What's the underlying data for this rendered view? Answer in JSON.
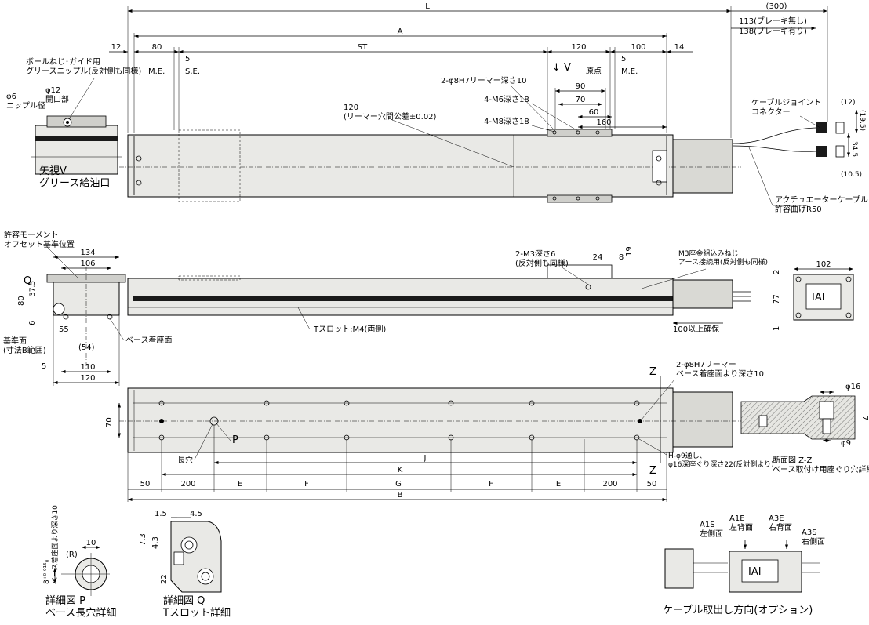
{
  "top": {
    "L": "L",
    "A": "A",
    "ST": "ST",
    "d12": "12",
    "d80": "80",
    "d120": "120",
    "d100": "100",
    "d14": "14",
    "d5a": "5",
    "d5b": "5",
    "me": "M.E.",
    "se": "S.E.",
    "me2": "M.E.",
    "genten": "原点",
    "v": "↓ V",
    "grease": "ボールねじ･ガイド用\nグリースニップル(反対側も同様)",
    "phi12": "φ12\n開口部",
    "phi6": "φ6\nニップル径",
    "view": "矢視V\nグリース給油口",
    "reamer": "2-φ8H7リーマー深さ10",
    "m6": "4-M6深さ18",
    "m8": "4-M8深さ18",
    "d90": "90",
    "d70": "70",
    "d60": "60",
    "d160": "160",
    "tol": "120\n(リーマー穴間公差±0.02)",
    "d300": "(300)",
    "brake1": "113(ブレーキ無し)",
    "brake2": "138(ブレーキ有り)",
    "joint": "ケーブルジョイント\nコネクター",
    "cable": "アクチュエーターケーブル\n許容曲げR50",
    "d12b": "(12)",
    "d195": "(19.5)",
    "d345": "34.5",
    "d105": "(10.5)"
  },
  "side": {
    "moment": "許容モーメント\nオフセット基準位置",
    "d134": "134",
    "d106": "106",
    "q": "Q",
    "d80": "80",
    "d375": "37.5",
    "d6": "6",
    "d55": "55",
    "d54": "(54)",
    "d5": "5",
    "d110": "110",
    "d120": "120",
    "ref": "基準面\n(寸法B範囲)",
    "base": "ベース着座面",
    "m3": "2-M3深さ6\n(反対側も同様)",
    "d24": "24",
    "d8": "8",
    "d19": "19",
    "earth": "M3座金組込みねじ\nアース接続用(反対側も同様)",
    "tslot": "Tスロット:M4(両側)",
    "secure": "100以上確保",
    "d102": "102",
    "d2": "2",
    "d77": "77",
    "d1": "1"
  },
  "bottom": {
    "z1": "Z",
    "z2": "Z",
    "reamer": "2-φ8H7リーマー\nベース着座面より深さ10",
    "d70": "70",
    "p": "P",
    "slot": "長穴",
    "hole": "H-φ9通し、\nφ16深座ぐり深さ22(反対側より)",
    "J": "J",
    "K": "K",
    "B": "B",
    "d50a": "50",
    "d200a": "200",
    "E1": "E",
    "F1": "F",
    "G": "G",
    "F2": "F",
    "E2": "E",
    "d200b": "200",
    "d50b": "50",
    "phi16": "φ16",
    "phi9": "φ9",
    "d7": "7",
    "section": "断面図 Z-Z\nベース取付け用座ぐり穴詳細"
  },
  "detailP": {
    "tol": "8⁺⁰·⁰¹⁵₀\nベース着座面より深さ10",
    "d10": "10",
    "r": "(R)",
    "title": "詳細図 P\nベース長穴詳細"
  },
  "detailQ": {
    "d15": "1.5",
    "d45": "4.5",
    "d73": "7.3",
    "d43": "4.3",
    "d22": "22",
    "title": "詳細図 Q\nTスロット詳細"
  },
  "option": {
    "a1s": "A1S\n左側面",
    "a1e": "A1E\n左背面",
    "a3e": "A3E\n右背面",
    "a3s": "A3S\n右側面",
    "logo": "IAI",
    "title": "ケーブル取出し方向(オプション)"
  },
  "logo": "IAI"
}
